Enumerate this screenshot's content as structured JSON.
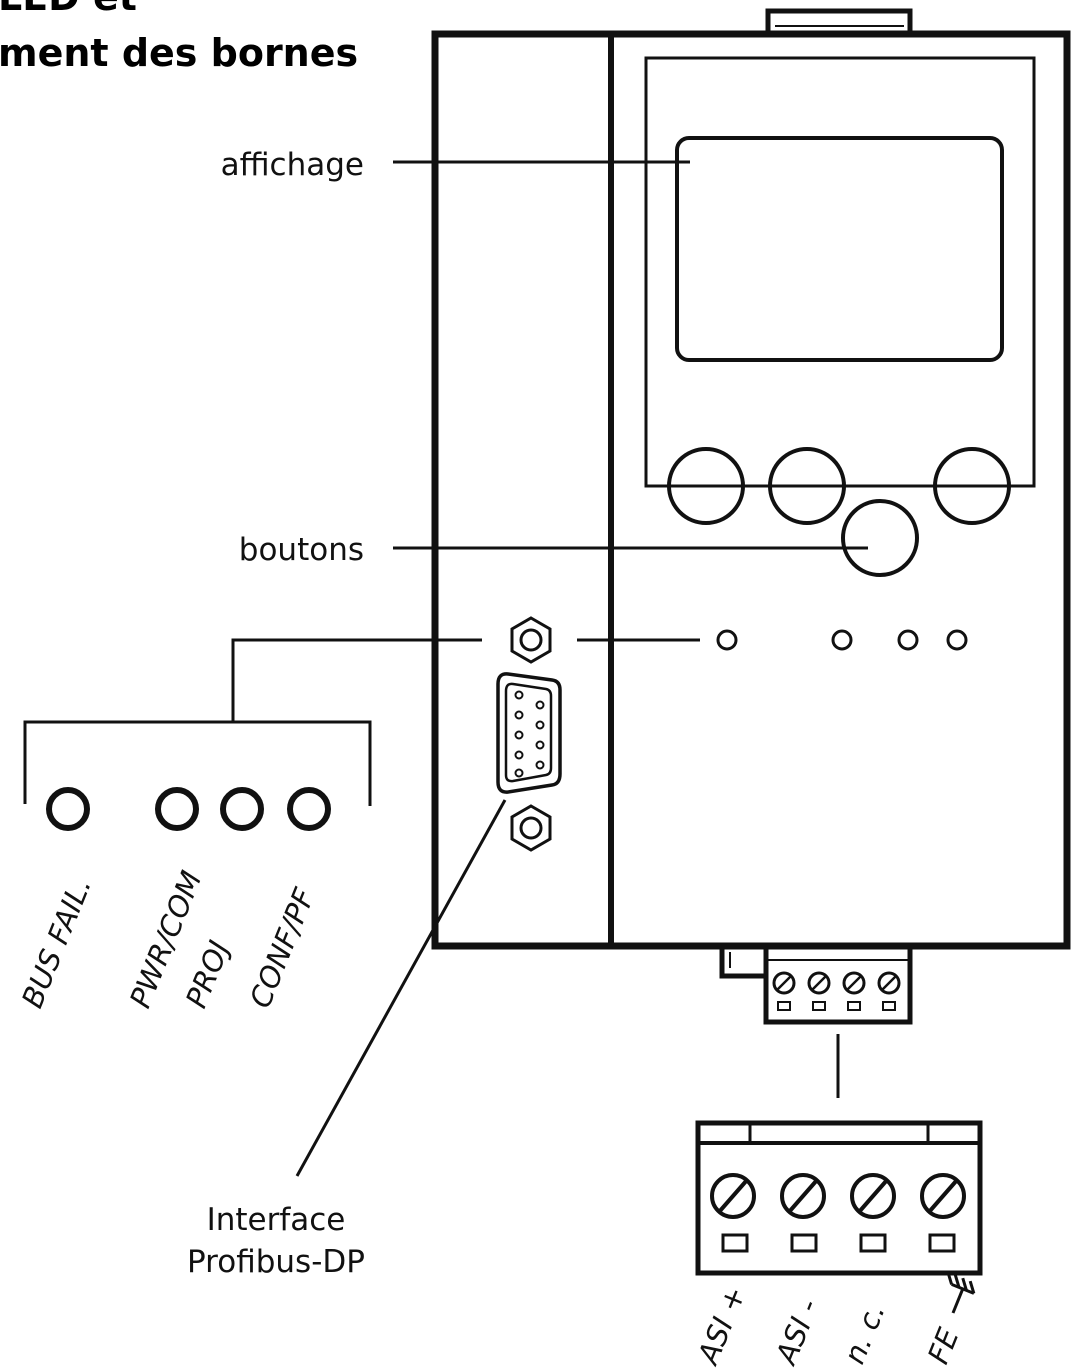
{
  "heading": {
    "line1": "LED et",
    "line2": "ment des bornes"
  },
  "callouts": {
    "display": "affichage",
    "buttons": "boutons",
    "profibus_line1": "Interface",
    "profibus_line2": "Profibus-DP"
  },
  "leds": [
    {
      "label": "BUS FAIL."
    },
    {
      "label": "PWR/COM"
    },
    {
      "label": "PROJ"
    },
    {
      "label": "CONF/PF"
    }
  ],
  "terminals": [
    {
      "label": "ASI +"
    },
    {
      "label": "ASI -"
    },
    {
      "label": "n. c."
    },
    {
      "label": "FE"
    }
  ],
  "icons": {
    "ground": "ground-icon"
  },
  "colors": {
    "ink": "#111111",
    "background": "#ffffff"
  }
}
